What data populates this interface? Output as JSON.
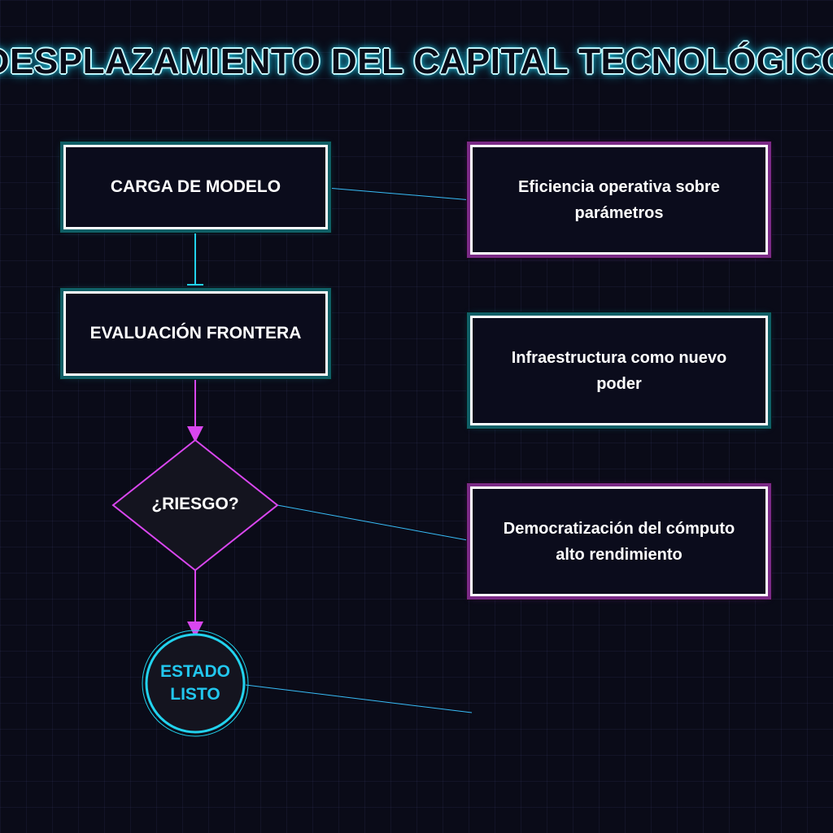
{
  "title": "DESPLAZAMIENTO DEL CAPITAL TECNOLÓGICO",
  "colors": {
    "background": "#0a0b18",
    "cyan_accent": "#22d3ee",
    "magenta_accent": "#d946ef",
    "box_border": "#ffffff",
    "end_text": "#22c7ee"
  },
  "flow": {
    "step1": "CARGA DE MODELO",
    "step2": "EVALUACIÓN FRONTERA",
    "decision": "¿RIESGO?",
    "end_line1": "ESTADO",
    "end_line2": "LISTO"
  },
  "notes": {
    "note1": "Eficiencia operativa sobre parámetros",
    "note2": "Infraestructura como nuevo poder",
    "note3": "Democratización del cómputo alto rendimiento"
  }
}
